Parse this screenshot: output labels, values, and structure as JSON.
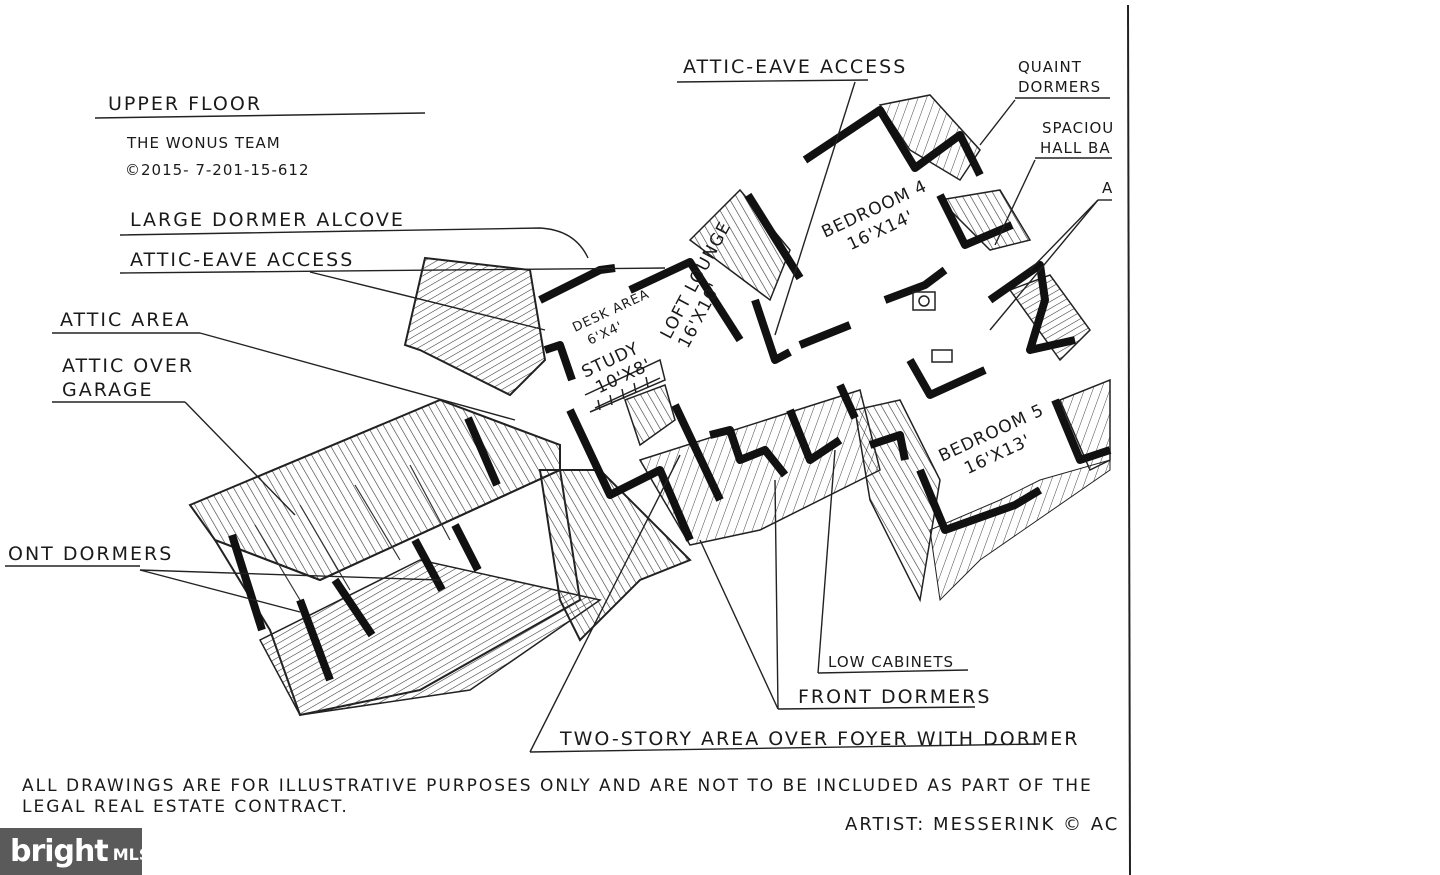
{
  "sheet": {
    "title": "UPPER FLOOR",
    "team": "THE WONUS TEAM",
    "copyright": "©2015- 7-201-15-612",
    "disclaimer_line1": "ALL DRAWINGS ARE FOR ILLUSTRATIVE PURPOSES ONLY AND ARE NOT TO BE INCLUDED AS PART OF THE",
    "disclaimer_line2": "LEGAL REAL ESTATE CONTRACT.",
    "artist": "ARTIST: MESSERINK © AC"
  },
  "callouts": {
    "large_dormer_alcove": "LARGE DORMER ALCOVE",
    "attic_eave_access_left": "ATTIC-EAVE ACCESS",
    "attic_area": "ATTIC AREA",
    "attic_over_garage_1": "ATTIC OVER",
    "attic_over_garage_2": "GARAGE",
    "front_dormers_left": "ONT DORMERS",
    "attic_eave_access_top": "ATTIC-EAVE ACCESS",
    "quaint_dormers_1": "QUAINT",
    "quaint_dormers_2": "DORMERS",
    "spacious_hall_bath_1": "SPACIOU",
    "spacious_hall_bath_2": "HALL BA",
    "cut_label": "A",
    "low_cabinets": "LOW CABINETS",
    "front_dormers_right": "FRONT DORMERS",
    "two_story_area": "TWO-STORY AREA OVER FOYER WITH DORMER"
  },
  "rooms": {
    "desk_area_name": "DESK AREA",
    "desk_area_size": "6'X4'",
    "study_name": "STUDY",
    "study_size": "10'X8'",
    "loft_name": "LOFT LOUNGE",
    "loft_size": "16'X10'",
    "bedroom4_name": "BEDROOM 4",
    "bedroom4_size": "16'X14'",
    "bedroom5_name": "BEDROOM 5",
    "bedroom5_size": "16'X13'"
  },
  "logo": {
    "brand": "bright",
    "suffix": "MLS"
  }
}
